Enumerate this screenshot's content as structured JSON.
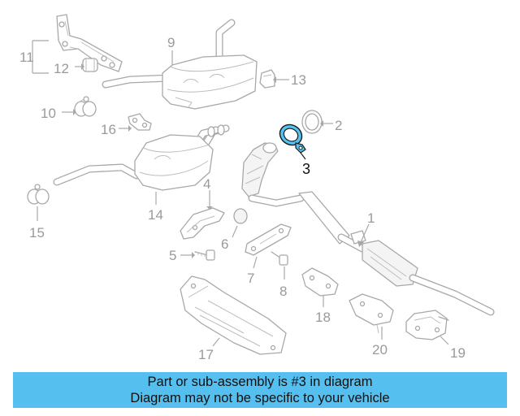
{
  "callouts": {
    "c1": "1",
    "c2": "2",
    "c3": "3",
    "c4": "4",
    "c5": "5",
    "c6": "6",
    "c7": "7",
    "c8": "8",
    "c9": "9",
    "c10": "10",
    "c11": "11",
    "c12": "12",
    "c13": "13",
    "c14": "14",
    "c15": "15",
    "c16": "16",
    "c17": "17",
    "c18": "18",
    "c19": "19",
    "c20": "20"
  },
  "highlighted_part": "3",
  "highlight_color": "#55c3f2",
  "banner": {
    "line1": "Part or sub-assembly is #3 in diagram",
    "line2": "Diagram may not be specific to your vehicle",
    "background": "#55bff0"
  }
}
